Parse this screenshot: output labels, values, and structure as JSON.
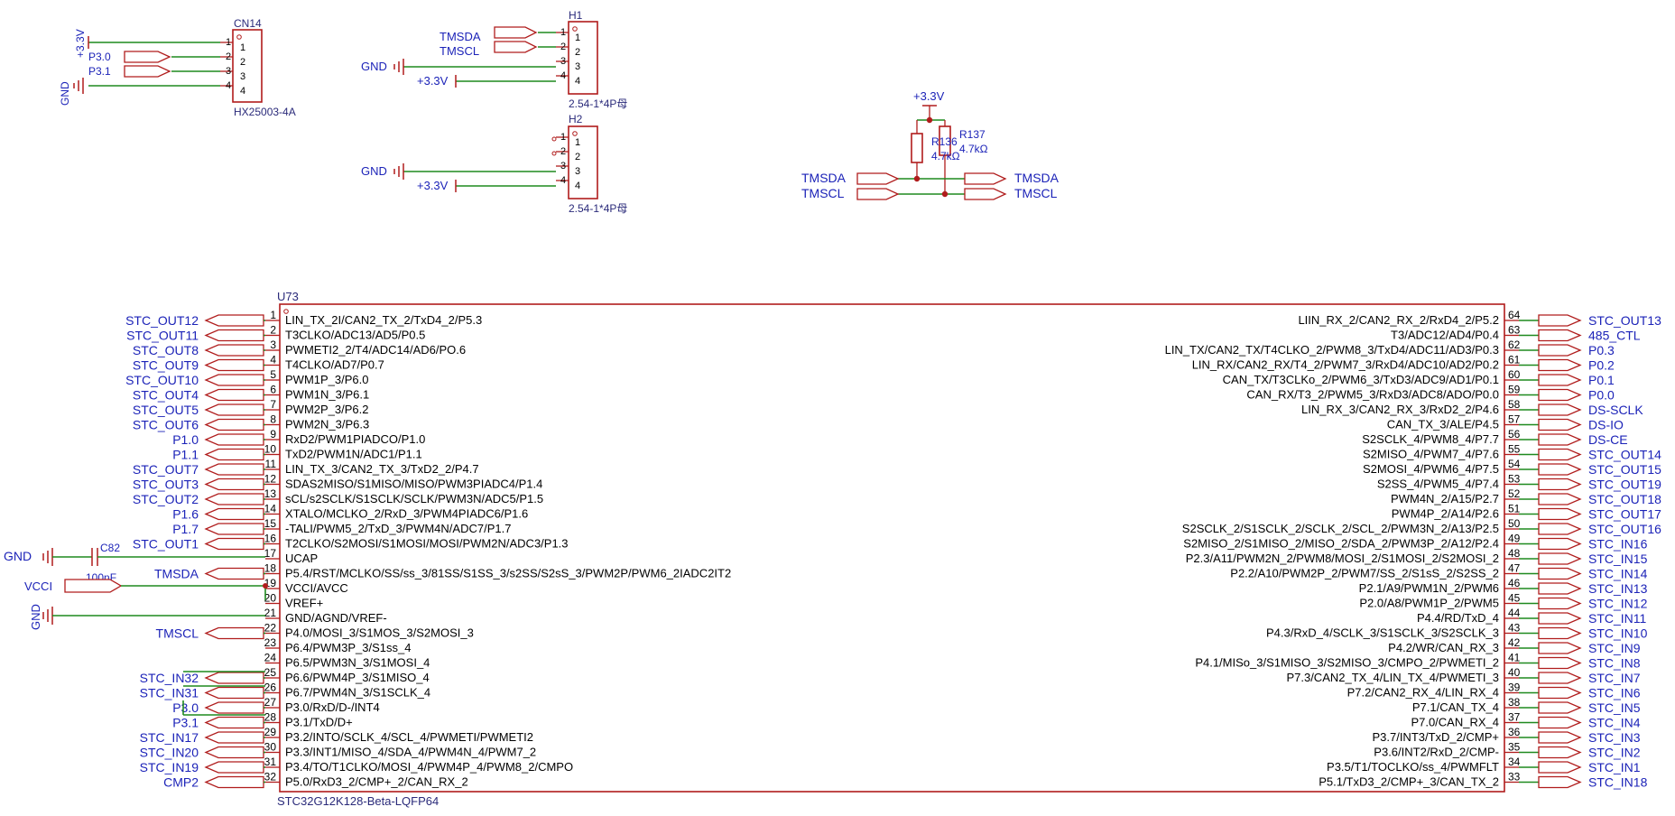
{
  "cn14": {
    "ref": "CN14",
    "value": "HX25003-4A",
    "pins": [
      "1",
      "2",
      "3",
      "4"
    ],
    "nets": [
      "+3.3V",
      "P3.0",
      "P3.1",
      "GND"
    ]
  },
  "h1": {
    "ref": "H1",
    "value": "2.54-1*4P母",
    "pins": [
      "1",
      "2",
      "3",
      "4"
    ],
    "nets": [
      "TMSDA",
      "TMSCL",
      "GND",
      "+3.3V"
    ]
  },
  "h2": {
    "ref": "H2",
    "value": "2.54-1*4P母",
    "pins": [
      "1",
      "2",
      "3",
      "4"
    ],
    "nets": [
      "GND",
      "+3.3V"
    ]
  },
  "pullups": {
    "supply": "+3.3V",
    "r136": {
      "ref": "R136",
      "value": "4.7kΩ"
    },
    "r137": {
      "ref": "R137",
      "value": "4.7kΩ"
    },
    "left_nets": [
      "TMSDA",
      "TMSCL"
    ],
    "right_nets": [
      "TMSDA",
      "TMSCL"
    ]
  },
  "c82": {
    "ref": "C82",
    "value": "100nF",
    "gnd": "GND",
    "vcc": "VCCI"
  },
  "u73": {
    "ref": "U73",
    "part": "STC32G12K128-Beta-LQFP64",
    "left_pins": [
      {
        "num": "1",
        "name": "LIN_TX_2I/CAN2_TX_2/TxD4_2/P5.3",
        "net": "STC_OUT12"
      },
      {
        "num": "2",
        "name": "T3CLKO/ADC13/AD5/P0.5",
        "net": "STC_OUT11"
      },
      {
        "num": "3",
        "name": "PWMETI2_2/T4/ADC14/AD6/PO.6",
        "net": "STC_OUT8"
      },
      {
        "num": "4",
        "name": "T4CLKO/AD7/P0.7",
        "net": "STC_OUT9"
      },
      {
        "num": "5",
        "name": "PWM1P_3/P6.0",
        "net": "STC_OUT10"
      },
      {
        "num": "6",
        "name": "PWM1N_3/P6.1",
        "net": "STC_OUT4"
      },
      {
        "num": "7",
        "name": "PWM2P_3/P6.2",
        "net": "STC_OUT5"
      },
      {
        "num": "8",
        "name": "PWM2N_3/P6.3",
        "net": "STC_OUT6"
      },
      {
        "num": "9",
        "name": "RxD2/PWM1PIADCO/P1.0",
        "net": "P1.0"
      },
      {
        "num": "10",
        "name": "TxD2/PWM1N/ADC1/P1.1",
        "net": "P1.1"
      },
      {
        "num": "11",
        "name": "LIN_TX_3/CAN2_TX_3/TxD2_2/P4.7",
        "net": "STC_OUT7"
      },
      {
        "num": "12",
        "name": "SDAS2MISO/S1MISO/MISO/PWM3PIADC4/P1.4",
        "net": "STC_OUT3"
      },
      {
        "num": "13",
        "name": "sCL/s2SCLK/S1SCLK/SCLK/PWM3N/ADC5/P1.5",
        "net": "STC_OUT2"
      },
      {
        "num": "14",
        "name": "XTALO/MCLKO_2/RxD_3/PWM4PIADC6/P1.6",
        "net": "P1.6"
      },
      {
        "num": "15",
        "name": "-TALI/PWM5_2/TxD_3/PWM4N/ADC7/P1.7",
        "net": "P1.7"
      },
      {
        "num": "16",
        "name": "T2CLKO/S2MOSI/S1MOSI/MOSI/PWM2N/ADC3/P1.3",
        "net": "STC_OUT1"
      },
      {
        "num": "17",
        "name": "UCAP",
        "net": ""
      },
      {
        "num": "18",
        "name": "P5.4/RST/MCLKO/SS/ss_3/81SS/S1SS_3/s2SS/S2sS_3/PWM2P/PWM6_2IADC2IT2",
        "net": "TMSDA"
      },
      {
        "num": "19",
        "name": "VCCI/AVCC",
        "net": ""
      },
      {
        "num": "20",
        "name": "VREF+",
        "net": ""
      },
      {
        "num": "21",
        "name": "GND/AGND/VREF-",
        "net": ""
      },
      {
        "num": "22",
        "name": "P4.0/MOSI_3/S1MOS_3/S2MOSI_3",
        "net": "TMSCL"
      },
      {
        "num": "23",
        "name": "P6.4/PWM3P_3/S1ss_4",
        "net": ""
      },
      {
        "num": "24",
        "name": "P6.5/PWM3N_3/S1MOSI_4",
        "net": ""
      },
      {
        "num": "25",
        "name": "P6.6/PWM4P_3/S1MISO_4",
        "net": "STC_IN32"
      },
      {
        "num": "26",
        "name": "P6.7/PWM4N_3/S1SCLK_4",
        "net": "STC_IN31"
      },
      {
        "num": "27",
        "name": "P3.0/RxD/D-/INT4",
        "net": "P3.0"
      },
      {
        "num": "28",
        "name": "P3.1/TxD/D+",
        "net": "P3.1"
      },
      {
        "num": "29",
        "name": "P3.2/INTO/SCLK_4/SCL_4/PWMETI/PWMETI2",
        "net": "STC_IN17"
      },
      {
        "num": "30",
        "name": "P3.3/INT1/MISO_4/SDA_4/PWM4N_4/PWM7_2",
        "net": "STC_IN20"
      },
      {
        "num": "31",
        "name": "P3.4/TO/T1CLKO/MOSI_4/PWM4P_4/PWM8_2/CMPO",
        "net": "STC_IN19"
      },
      {
        "num": "32",
        "name": "P5.0/RxD3_2/CMP+_2/CAN_RX_2",
        "net": "CMP2"
      }
    ],
    "right_pins": [
      {
        "num": "64",
        "name": "LIIN_RX_2/CAN2_RX_2/RxD4_2/P5.2",
        "net": "STC_OUT13"
      },
      {
        "num": "63",
        "name": "T3/ADC12/AD4/P0.4",
        "net": "485_CTL"
      },
      {
        "num": "62",
        "name": "LIN_TX/CAN2_TX/T4CLKO_2/PWM8_3/TxD4/ADC11/AD3/P0.3",
        "net": "P0.3"
      },
      {
        "num": "61",
        "name": "LIN_RX/CAN2_RX/T4_2/PWM7_3/RxD4/ADC10/AD2/P0.2",
        "net": "P0.2"
      },
      {
        "num": "60",
        "name": "CAN_TX/T3CLKo_2/PWM6_3/TxD3/ADC9/AD1/P0.1",
        "net": "P0.1"
      },
      {
        "num": "59",
        "name": "CAN_RX/T3_2/PWM5_3/RxD3/ADC8/ADO/P0.0",
        "net": "P0.0"
      },
      {
        "num": "58",
        "name": "LIN_RX_3/CAN2_RX_3/RxD2_2/P4.6",
        "net": "DS-SCLK"
      },
      {
        "num": "57",
        "name": "CAN_TX_3/ALE/P4.5",
        "net": "DS-IO"
      },
      {
        "num": "56",
        "name": "S2SCLK_4/PWM8_4/P7.7",
        "net": "DS-CE"
      },
      {
        "num": "55",
        "name": "S2MISO_4/PWM7_4/P7.6",
        "net": "STC_OUT14"
      },
      {
        "num": "54",
        "name": "S2MOSI_4/PWM6_4/P7.5",
        "net": "STC_OUT15"
      },
      {
        "num": "53",
        "name": "S2SS_4/PWM5_4/P7.4",
        "net": "STC_OUT19"
      },
      {
        "num": "52",
        "name": "PWM4N_2/A15/P2.7",
        "net": "STC_OUT18"
      },
      {
        "num": "51",
        "name": "PWM4P_2/A14/P2.6",
        "net": "STC_OUT17"
      },
      {
        "num": "50",
        "name": "S2SCLK_2/S1SCLK_2/SCLK_2/SCL_2/PWM3N_2/A13/P2.5",
        "net": "STC_OUT16"
      },
      {
        "num": "49",
        "name": "S2MISO_2/S1MISO_2/MISO_2/SDA_2/PWM3P_2/A12/P2.4",
        "net": "STC_IN16"
      },
      {
        "num": "48",
        "name": "P2.3/A11/PWM2N_2/PWM8/MOSI_2/S1MOSI_2/S2MOSI_2",
        "net": "STC_IN15"
      },
      {
        "num": "47",
        "name": "P2.2/A10/PWM2P_2/PWM7/SS_2/S1sS_2/S2SS_2",
        "net": "STC_IN14"
      },
      {
        "num": "46",
        "name": "P2.1/A9/PWM1N_2/PWM6",
        "net": "STC_IN13"
      },
      {
        "num": "45",
        "name": "P2.0/A8/PWM1P_2/PWM5",
        "net": "STC_IN12"
      },
      {
        "num": "44",
        "name": "P4.4/RD/TxD_4",
        "net": "STC_IN11"
      },
      {
        "num": "43",
        "name": "P4.3/RxD_4/SCLK_3/S1SCLK_3/S2SCLK_3",
        "net": "STC_IN10"
      },
      {
        "num": "42",
        "name": "P4.2/WR/CAN_RX_3",
        "net": "STC_IN9"
      },
      {
        "num": "41",
        "name": "P4.1/MISo_3/S1MISO_3/S2MISO_3/CMPO_2/PWMETI_2",
        "net": "STC_IN8"
      },
      {
        "num": "40",
        "name": "P7.3/CAN2_TX_4/LIN_TX_4/PWMETI_3",
        "net": "STC_IN7"
      },
      {
        "num": "39",
        "name": "P7.2/CAN2_RX_4/LIN_RX_4",
        "net": "STC_IN6"
      },
      {
        "num": "38",
        "name": "P7.1/CAN_TX_4",
        "net": "STC_IN5"
      },
      {
        "num": "37",
        "name": "P7.0/CAN_RX_4",
        "net": "STC_IN4"
      },
      {
        "num": "36",
        "name": "P3.7/INT3/TxD_2/CMP+",
        "net": "STC_IN3"
      },
      {
        "num": "35",
        "name": "P3.6/INT2/RxD_2/CMP-",
        "net": "STC_IN2"
      },
      {
        "num": "34",
        "name": "P3.5/T1/TOCLKO/ss_4/PWMFLT",
        "net": "STC_IN1"
      },
      {
        "num": "33",
        "name": "P5.1/TxD3_2/CMP+_3/CAN_TX_2",
        "net": "STC_IN18"
      }
    ],
    "gnd_net": "GND"
  }
}
